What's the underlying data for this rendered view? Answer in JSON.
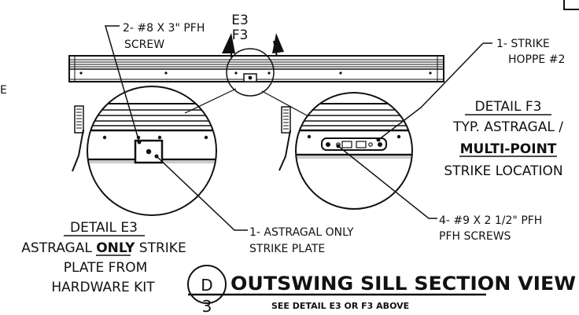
{
  "labels": {
    "view_e3": "E3",
    "view_f3": "F3",
    "left_edge_char": "E",
    "screw_top_1": "2- #8 X 3\" PFH",
    "screw_top_2": "SCREW",
    "strike_1": "1- STRIKE",
    "strike_2": "HOPPE #2",
    "astragal_plate_1": "1- ASTRAGAL ONLY",
    "astragal_plate_2": "STRIKE PLATE",
    "screws_f3_1": "4- #9 X 2 1/2\" PFH",
    "screws_f3_2": "PFH SCREWS"
  },
  "detail_f3": {
    "title": "DETAIL F3",
    "line1": "TYP. ASTRAGAL /",
    "line2": "MULTI-POINT",
    "line3": "STRIKE LOCATION"
  },
  "detail_e3": {
    "title": "DETAIL E3",
    "line1_a": "ASTRAGAL ",
    "line1_b": "ONLY",
    "line1_c": " STRIKE",
    "line2": "PLATE FROM",
    "line3": "HARDWARE KIT"
  },
  "section": {
    "bubble_letter": "D",
    "bubble_number": "3",
    "title": "OUTSWING SILL SECTION VIEW",
    "subtitle": "SEE DETAIL E3 OR F3 ABOVE"
  }
}
